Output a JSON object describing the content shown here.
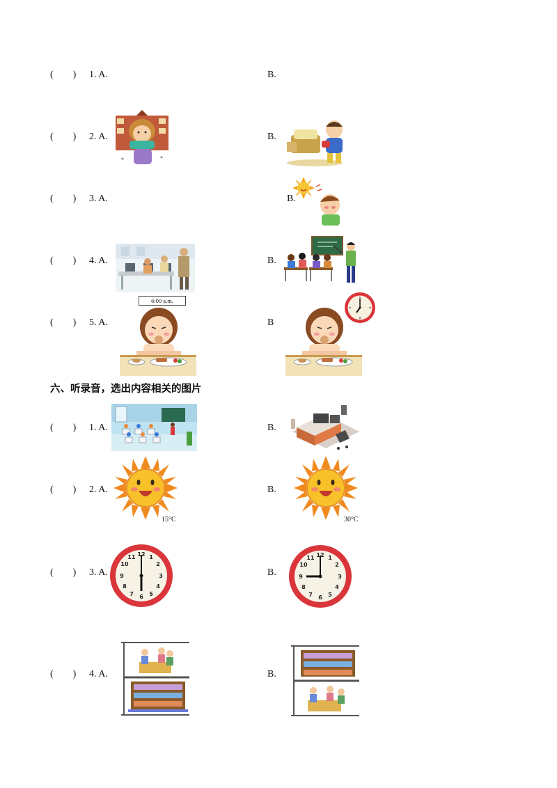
{
  "part5": {
    "items": [
      {
        "paren": "(        )",
        "num": "1. A.",
        "b": "B."
      },
      {
        "paren": "(        )",
        "num": "2. A.",
        "b": "B."
      },
      {
        "paren": "(        )",
        "num": "3. A.",
        "b": "B."
      },
      {
        "paren": "(        )",
        "num": "4. A.",
        "b": "B."
      },
      {
        "paren": "(        )",
        "num": "5. A.",
        "b": "B"
      }
    ],
    "time_caption": "6:00  a.m."
  },
  "part6": {
    "heading": "六、听录音，选出内容相关的图片",
    "items": [
      {
        "paren": "(        )",
        "num": "1. A.",
        "b": "B."
      },
      {
        "paren": "(        )",
        "num": "2. A.",
        "b": "B."
      },
      {
        "paren": "(        )",
        "num": "3. A.",
        "b": "B."
      },
      {
        "paren": "(        )",
        "num": "4. A.",
        "b": "B."
      }
    ],
    "temp_a": "15°C",
    "temp_b": "30°C"
  },
  "icons": [
    "cold-girl-scarf-icon",
    "boy-sick-bed-icon",
    "hot-sun-boy-icon",
    "computer-room-icon",
    "classroom-teacher-icon",
    "girl-breakfast-icon",
    "clock-icon",
    "computer-classroom-icon",
    "office-desk-icon",
    "sun-icon",
    "library-upstairs-icon"
  ]
}
